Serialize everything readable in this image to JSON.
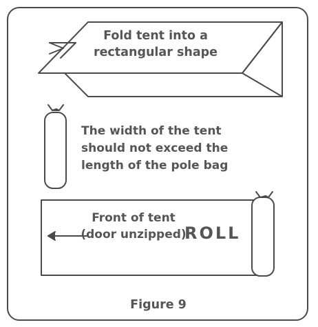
{
  "fold_label": "Fold tent into a rectangular shape",
  "width_label": "The width of the tent should not exceed the length of the pole bag",
  "front_label": "Front of tent (door unzipped)",
  "roll_label": "ROLL",
  "figure_label": "Figure 9",
  "colors": {
    "stroke": "#4a4a4a",
    "text": "#555555",
    "background": "#ffffff"
  },
  "icons": [
    "folded-tent-shape",
    "pole-bag-icon",
    "rolled-tent-outline",
    "left-arrow-icon"
  ]
}
